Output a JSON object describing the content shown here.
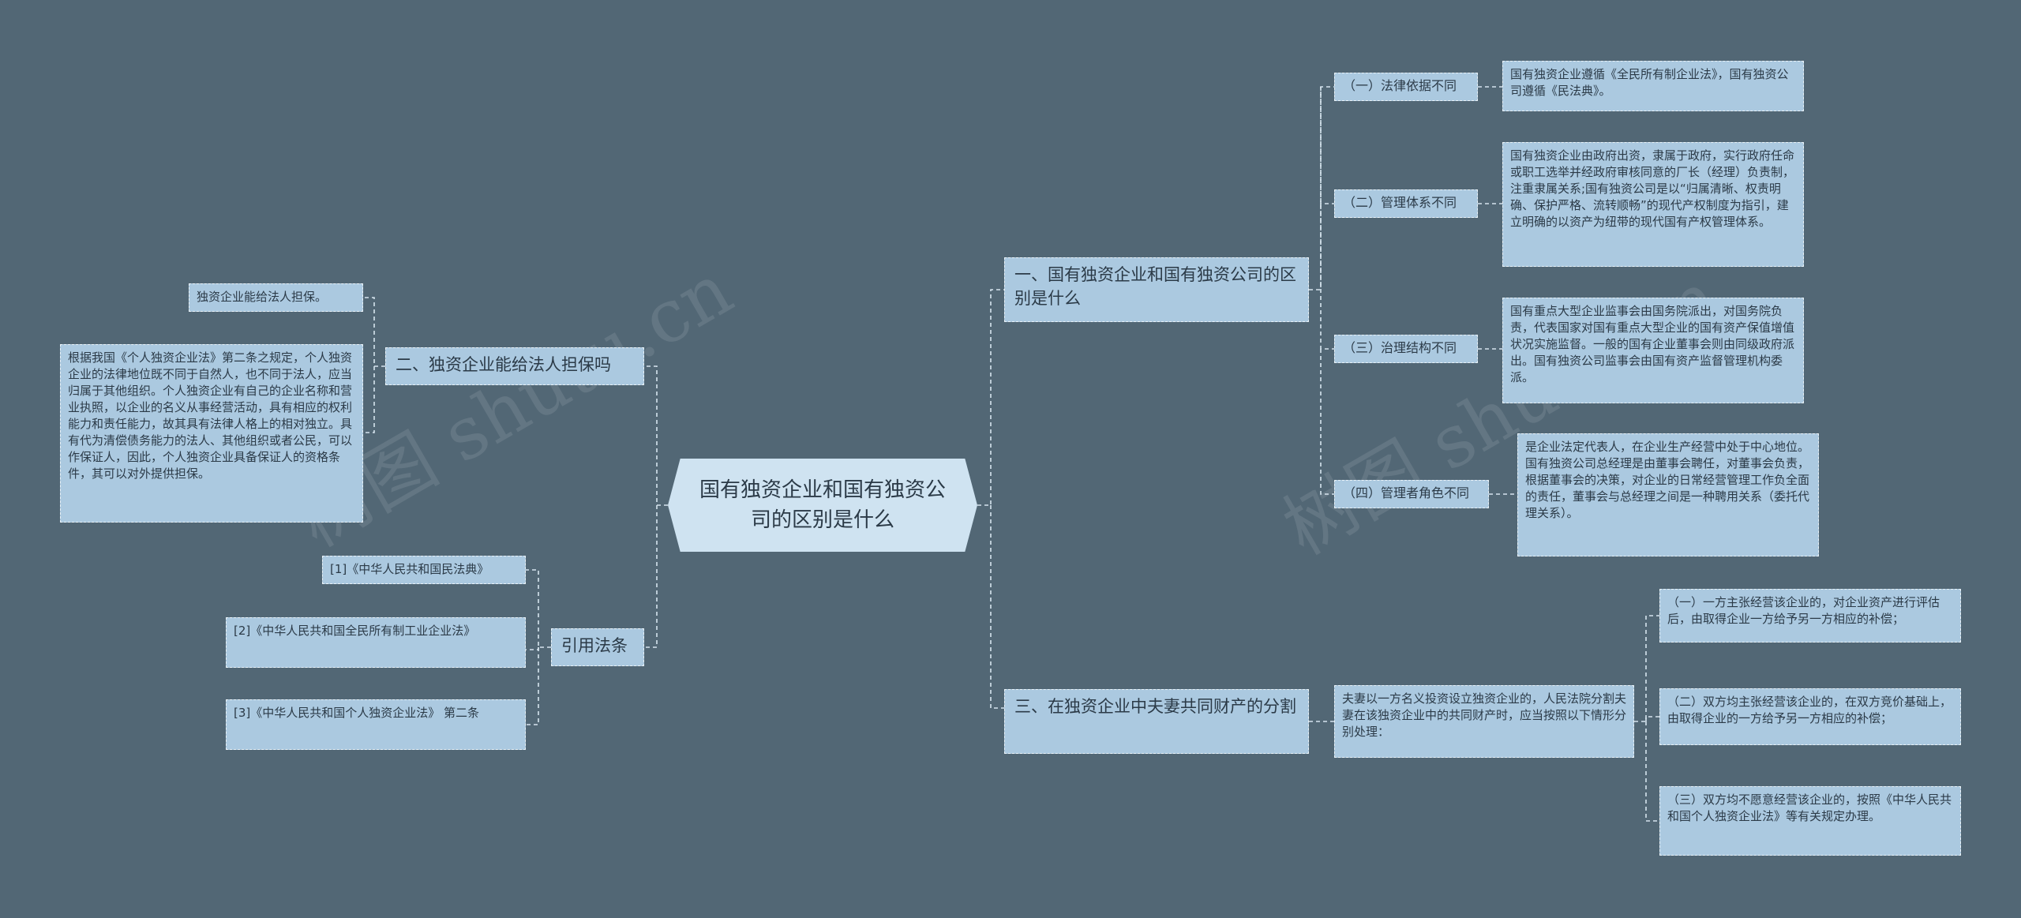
{
  "center": {
    "title": "国有独资企业和国有独资公司的区别是什么"
  },
  "right": {
    "branch1": {
      "title": "一、国有独资企业和国有独资公司的区别是什么",
      "items": [
        {
          "label": "（一）法律依据不同",
          "text": "国有独资企业遵循《全民所有制企业法》，国有独资公司遵循《民法典》。"
        },
        {
          "label": "（二）管理体系不同",
          "text": "国有独资企业由政府出资，隶属于政府，实行政府任命或职工选举并经政府审核同意的厂长（经理）负责制，注重隶属关系;国有独资公司是以“归属清晰、权责明确、保护严格、流转顺畅”的现代产权制度为指引，建立明确的以资产为纽带的现代国有产权管理体系。"
        },
        {
          "label": "（三）治理结构不同",
          "text": "国有重点大型企业监事会由国务院派出，对国务院负责，代表国家对国有重点大型企业的国有资产保值增值状况实施监督。一般的国有企业董事会则由同级政府派出。国有独资公司监事会由国有资产监督管理机构委派。"
        },
        {
          "label": "（四）管理者角色不同",
          "text": "是企业法定代表人，在企业生产经营中处于中心地位。国有独资公司总经理是由董事会聘任，对董事会负责，根据董事会的决策，对企业的日常经营管理工作负全面的责任，董事会与总经理之间是一种聘用关系（委托代理关系）。"
        }
      ]
    },
    "branch3": {
      "title": "三、在独资企业中夫妻共同财产的分割",
      "intro": "夫妻以一方名义投资设立独资企业的，人民法院分割夫妻在该独资企业中的共同财产时，应当按照以下情形分别处理：",
      "items": [
        "（一）一方主张经营该企业的，对企业资产进行评估后，由取得企业一方给予另一方相应的补偿；",
        "（二）双方均主张经营该企业的，在双方竞价基础上，由取得企业的一方给予另一方相应的补偿；",
        "（三）双方均不愿意经营该企业的，按照《中华人民共和国个人独资企业法》等有关规定办理。"
      ]
    }
  },
  "left": {
    "branch2": {
      "title": "二、独资企业能给法人担保吗",
      "items": [
        "独资企业能给法人担保。",
        "根据我国《个人独资企业法》第二条之规定，个人独资企业的法律地位既不同于自然人，也不同于法人，应当归属于其他组织。个人独资企业有自己的企业名称和营业执照，以企业的名义从事经营活动，具有相应的权利能力和责任能力，故其具有法律人格上的相对独立。具有代为清偿债务能力的法人、其他组织或者公民，可以作保证人，因此，个人独资企业具备保证人的资格条件，其可以对外提供担保。"
      ]
    },
    "refs": {
      "title": "引用法条",
      "items": [
        "[1]《中华人民共和国民法典》",
        "[2]《中华人民共和国全民所有制工业企业法》",
        "[3]《中华人民共和国个人独资企业法》 第二条"
      ]
    }
  },
  "watermark": [
    "树图 shutu.cn",
    "树图 shutu.cn"
  ]
}
